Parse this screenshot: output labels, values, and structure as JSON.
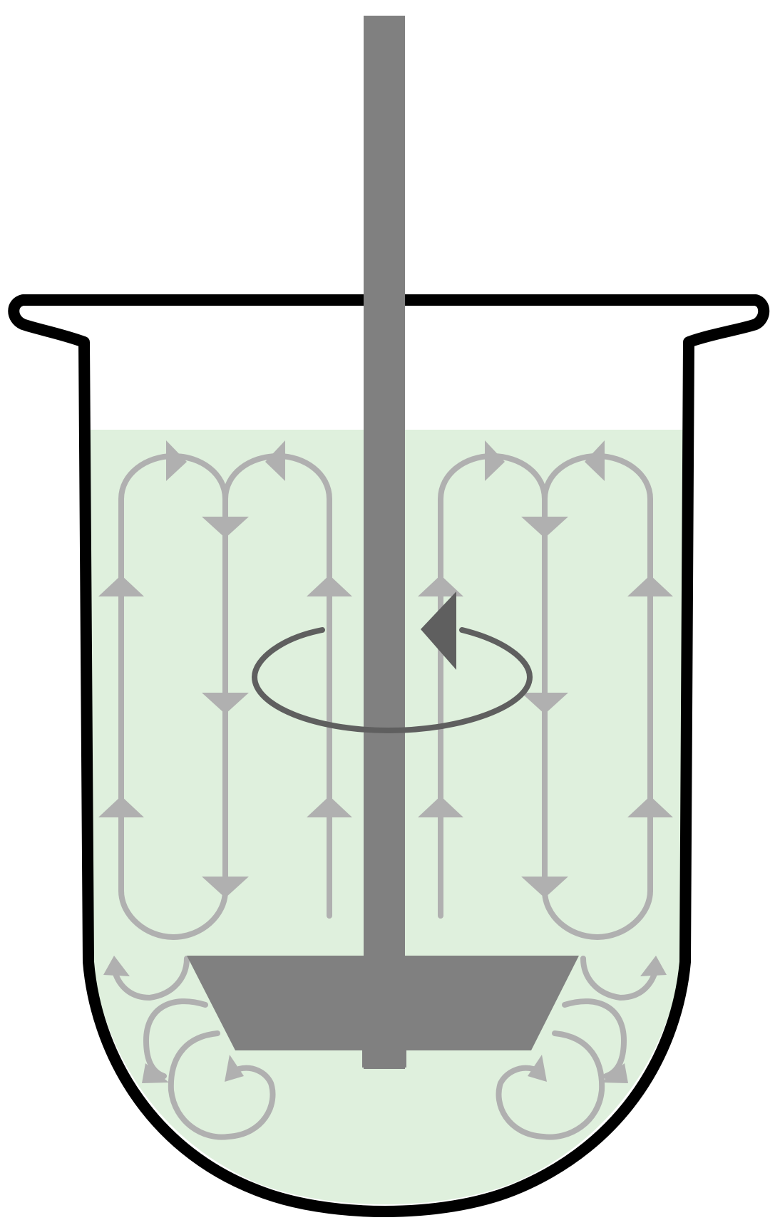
{
  "colors": {
    "background": "#ffffff",
    "liquid": "#dff0dd",
    "vessel_outline": "#000000",
    "shaft": "#808080",
    "impeller": "#808080",
    "flow_arrows": "#b0b0b0",
    "rotation_arrow": "#5f5f5f"
  },
  "icons": {
    "vessel": "round-bottom-reactor-vessel",
    "shaft": "stirrer-shaft",
    "impeller": "axial-flow-impeller",
    "rotation": "counterclockwise-rotation-arrow",
    "flow": "circulation-loop-arrows"
  }
}
